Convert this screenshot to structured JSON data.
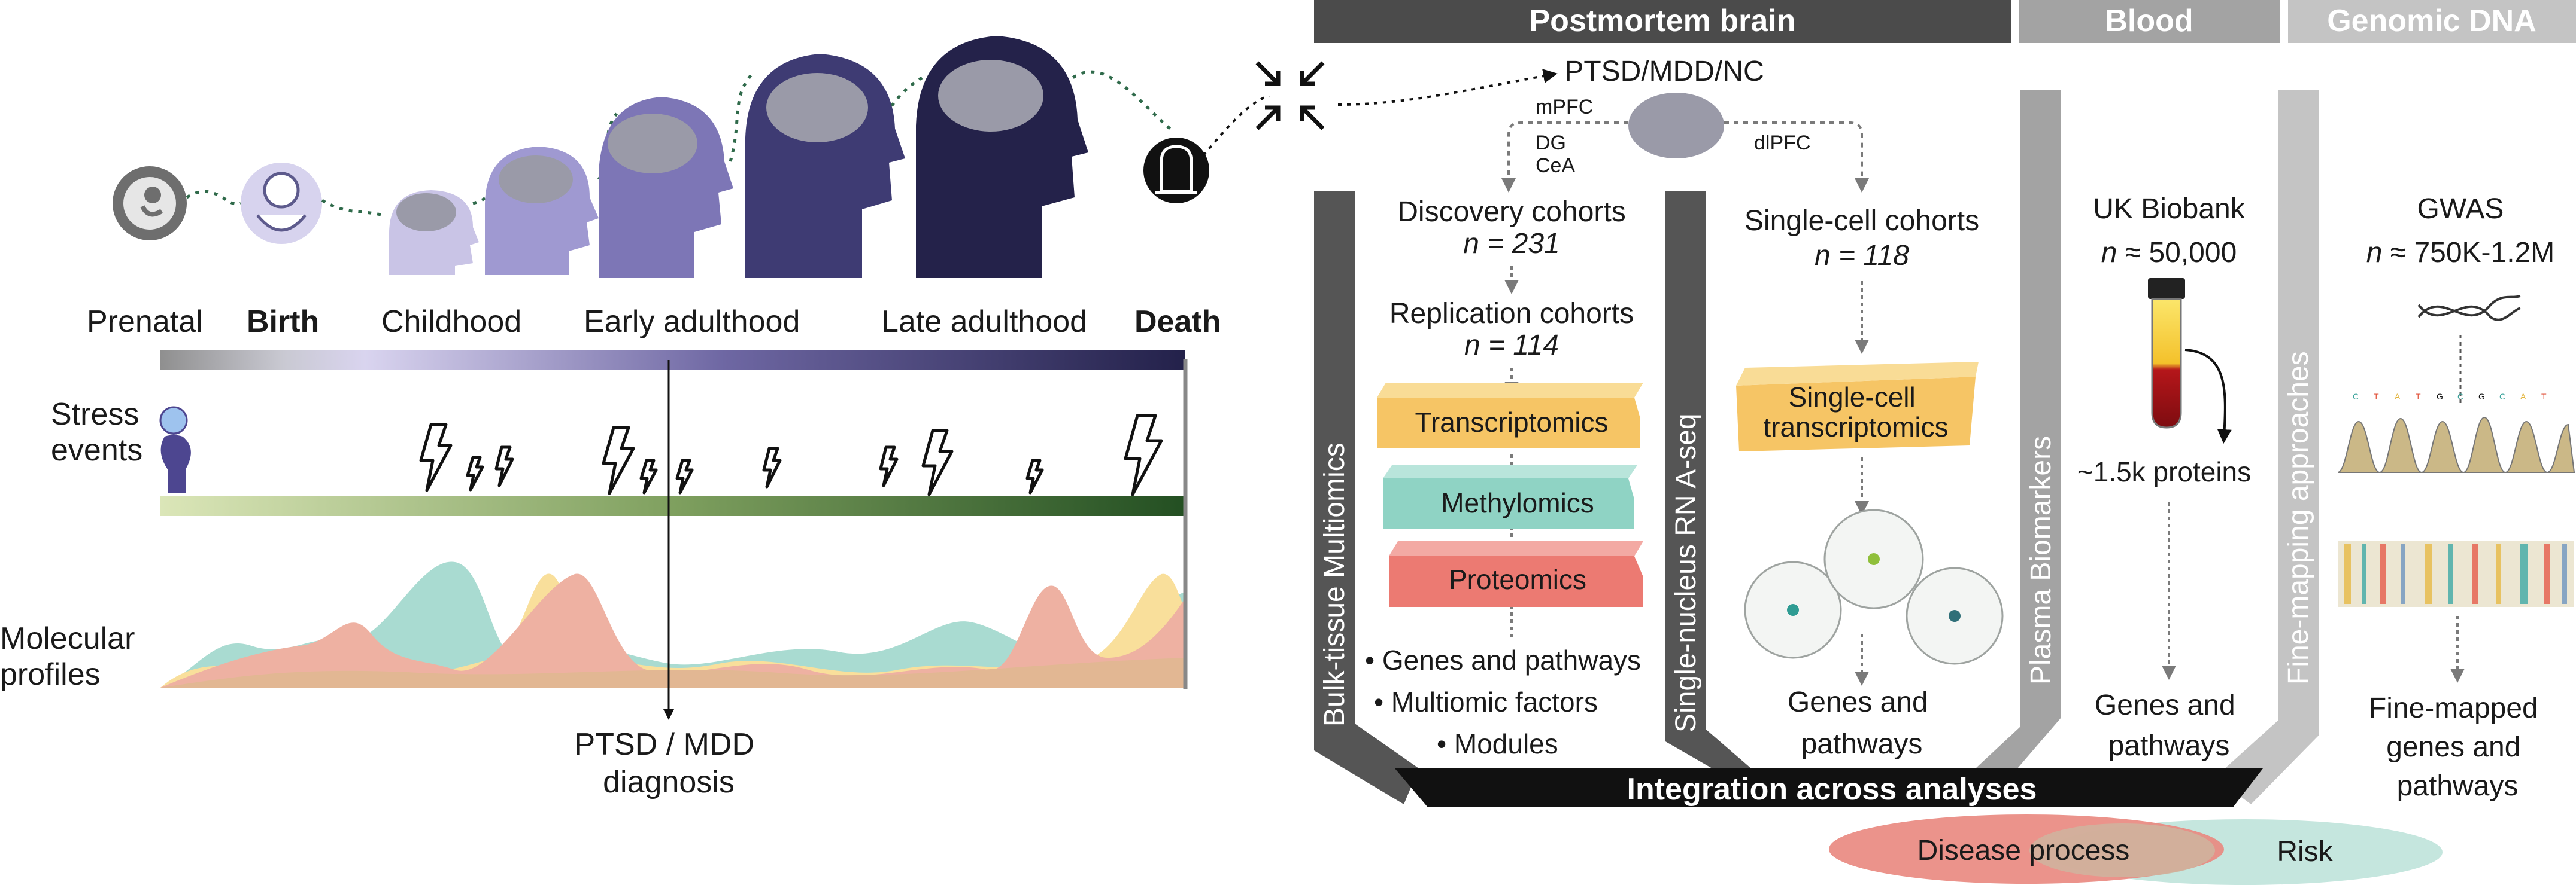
{
  "timeline": {
    "stages": [
      "Prenatal",
      "Birth",
      "Childhood",
      "Early adulthood",
      "Late adulthood",
      "Death"
    ],
    "rows": {
      "stress": [
        "Stress",
        "events"
      ],
      "molecular": [
        "Molecular",
        "profiles"
      ]
    },
    "diagnosis": [
      "PTSD / MDD",
      "diagnosis"
    ]
  },
  "sections": {
    "postmortem": "Postmortem brain",
    "blood": "Blood",
    "genomic": "Genomic DNA"
  },
  "brain": {
    "groups": "PTSD/MDD/NC",
    "regions": {
      "mpfc": "mPFC",
      "dg": "DG",
      "cea": "CeA",
      "dlpfc": "dlPFC"
    }
  },
  "bulk": {
    "sidebar": "Bulk-tissue Multiomics",
    "discovery": {
      "label": "Discovery cohorts",
      "n": "n = 231"
    },
    "replication": {
      "label": "Replication cohorts",
      "n": "n = 114"
    },
    "omics": [
      "Transcriptomics",
      "Methylomics",
      "Proteomics"
    ],
    "outputs": [
      "• Genes and pathways",
      "• Multiomic factors",
      "• Modules"
    ]
  },
  "single": {
    "sidebar": "Single-nucleus RN A-seq",
    "cohort": {
      "label": "Single-cell cohorts",
      "n": "n = 118"
    },
    "box": [
      "Single-cell",
      "transcriptomics"
    ],
    "outputs": [
      "Genes and",
      "pathways"
    ]
  },
  "blood": {
    "sidebar": "Plasma Biomarkers",
    "cohort": {
      "label": "UK Biobank",
      "n": "n ≈ 50,000"
    },
    "proteins": "~1.5k proteins",
    "outputs": [
      "Genes and",
      "pathways"
    ]
  },
  "genomic": {
    "sidebar": "Fine-mapping approaches",
    "cohort": {
      "label": "GWAS",
      "n": "n ≈ 750K-1.2M"
    },
    "bases": [
      "C",
      "T",
      "A",
      "T",
      "G",
      "C",
      "G",
      "C",
      "A",
      "T"
    ],
    "outputs": [
      "Fine-mapped",
      "genes and",
      "pathways"
    ]
  },
  "integration": "Integration across analyses",
  "venn": {
    "left": "Disease process",
    "right": "Risk"
  },
  "colors": {
    "header_dark": "#4b4b4b",
    "header_mid": "#a3a3a3",
    "header_light": "#c4c4c4",
    "purple_dark": "#2c2a54",
    "purple_light": "#c9c4e6",
    "stress_green_light": "#d7e2b5",
    "stress_green_dark": "#2b5a28",
    "transcriptomics": "#f6c565",
    "methylomics": "#8fd3c4",
    "proteomics": "#ec7a72",
    "disease": "#e9877e",
    "risk": "#bfe3da"
  }
}
